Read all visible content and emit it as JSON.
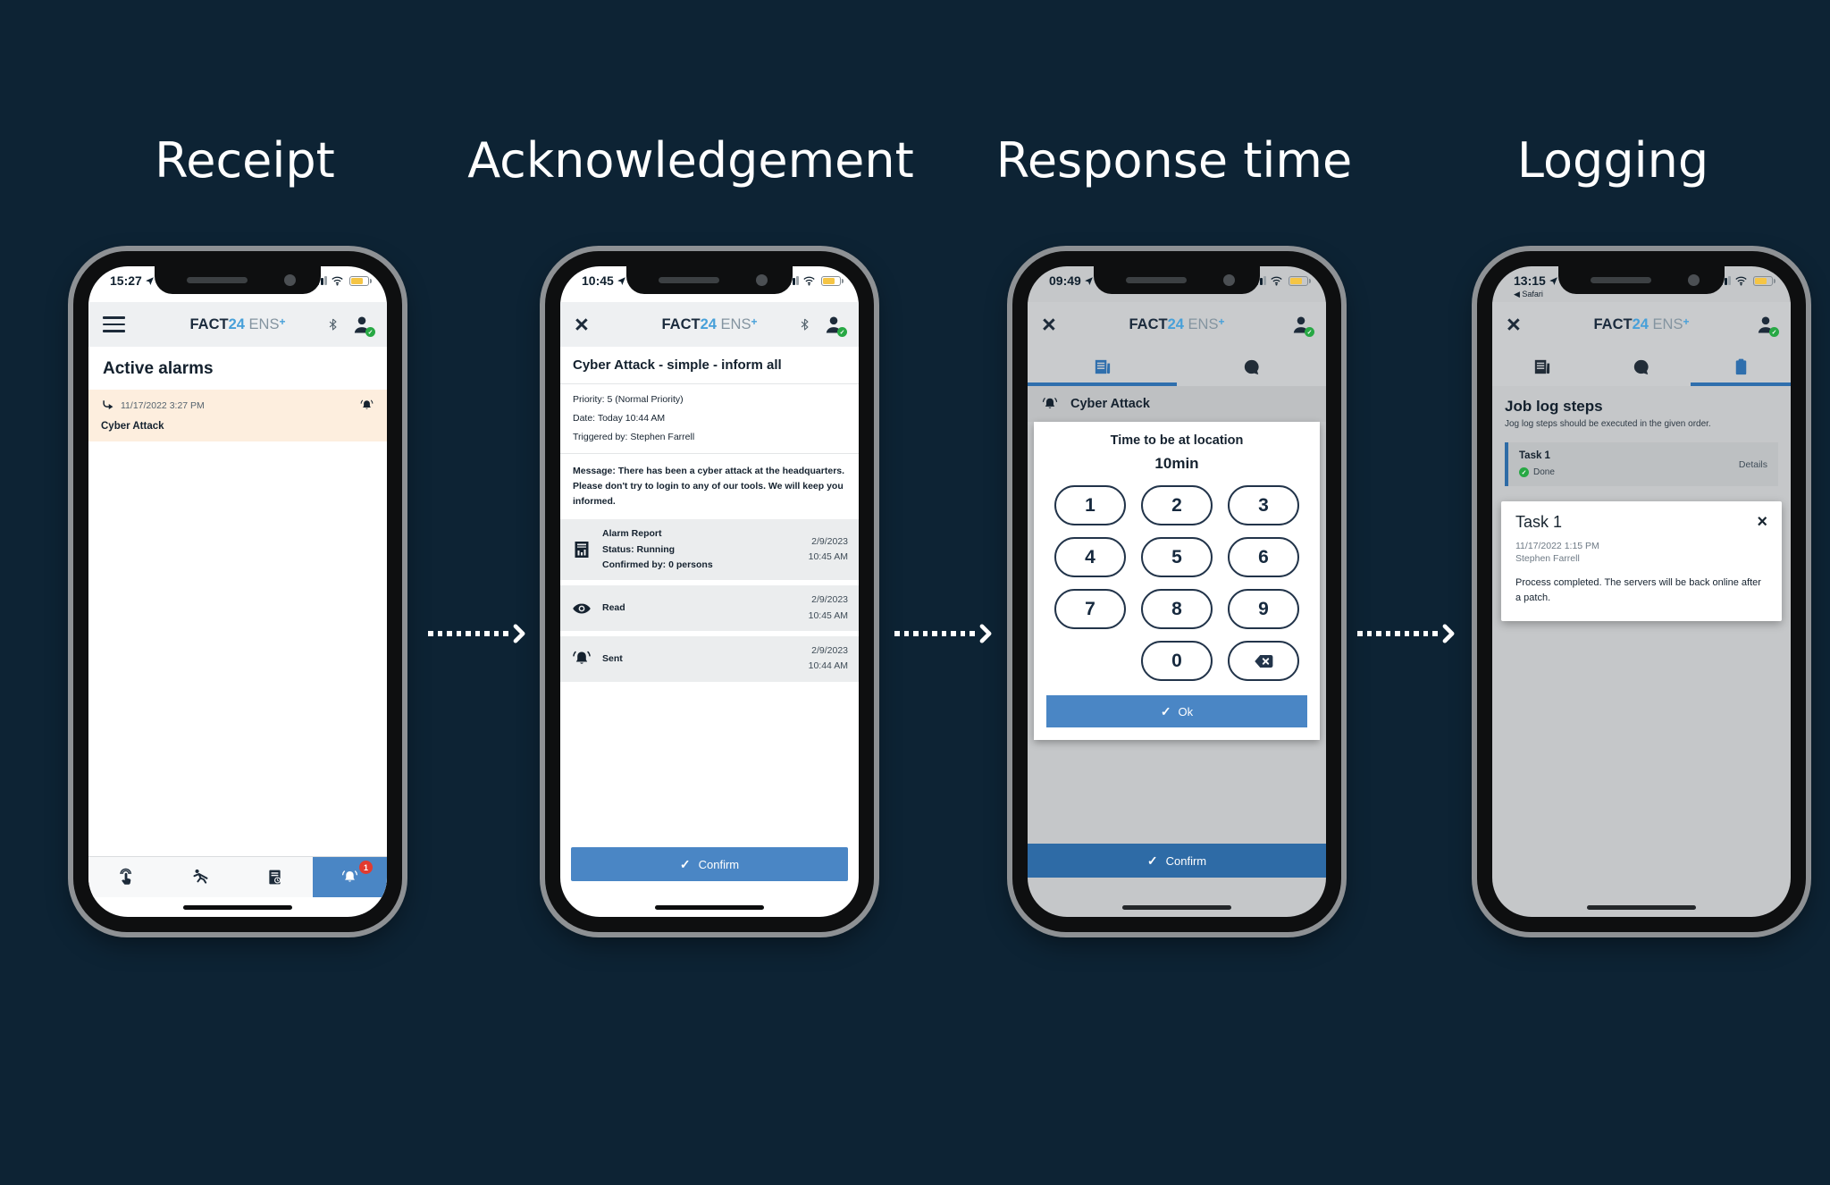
{
  "colors": {
    "background": "#0d2334",
    "accent_blue": "#4a86c5",
    "confirm_dark_blue": "#2e6ba6",
    "brand_dark": "#1b2b3d",
    "brand_light_blue": "#47a0d9",
    "badge_red": "#e23b30",
    "success_green": "#27a844",
    "alarm_highlight": "#fdeede",
    "dim_overlay_gray": "#c5c7c9",
    "battery_yellow": "#f5c545"
  },
  "glyphs": {
    "check": "✓"
  },
  "flow_titles": [
    "Receipt",
    "Acknowledgement",
    "Response time",
    "Logging"
  ],
  "brand": {
    "fact": "FACT",
    "num": "24",
    "ens": "ENS",
    "plus": "+"
  },
  "receipt_phone": {
    "status_time": "15:27",
    "heading": "Active alarms",
    "alarm_timestamp": "11/17/2022 3:27 PM",
    "alarm_name": "Cyber Attack",
    "alerts_badge": "1"
  },
  "ack_phone": {
    "status_time": "10:45",
    "title": "Cyber Attack - simple - inform all",
    "meta": [
      "Priority: 5 (Normal Priority)",
      "Date: Today 10:44 AM",
      "Triggered by: Stephen Farrell"
    ],
    "message": "Message: There has been a cyber attack at the headquarters. Please don't try to login to any of our tools. We will keep you informed.",
    "rows": [
      {
        "line1": "Alarm Report",
        "line2": "Status: Running",
        "line3": "Confirmed by: 0 persons",
        "date": "2/9/2023",
        "time": "10:45 AM"
      },
      {
        "line1": "Read",
        "date": "2/9/2023",
        "time": "10:45 AM"
      },
      {
        "line1": "Sent",
        "date": "2/9/2023",
        "time": "10:44 AM"
      }
    ],
    "confirm_label": "Confirm"
  },
  "response_phone": {
    "status_time": "09:49",
    "alarm_name": "Cyber Attack",
    "prompt": "Time to be at location",
    "value": "10min",
    "keys": [
      "1",
      "2",
      "3",
      "4",
      "5",
      "6",
      "7",
      "8",
      "9",
      "0"
    ],
    "ok_label": "Ok",
    "confirm_label": "Confirm"
  },
  "logging_phone": {
    "status_time": "13:15",
    "back_to_app": "◀ Safari",
    "heading": "Job log steps",
    "subtitle": "Jog log steps should be executed in the given order.",
    "task_name": "Task 1",
    "task_status": "Done",
    "details_label": "Details",
    "modal_title": "Task 1",
    "modal_timestamp": "11/17/2022 1:15 PM",
    "modal_author": "Stephen Farrell",
    "modal_body": "Process completed. The servers will be back online after a patch."
  }
}
